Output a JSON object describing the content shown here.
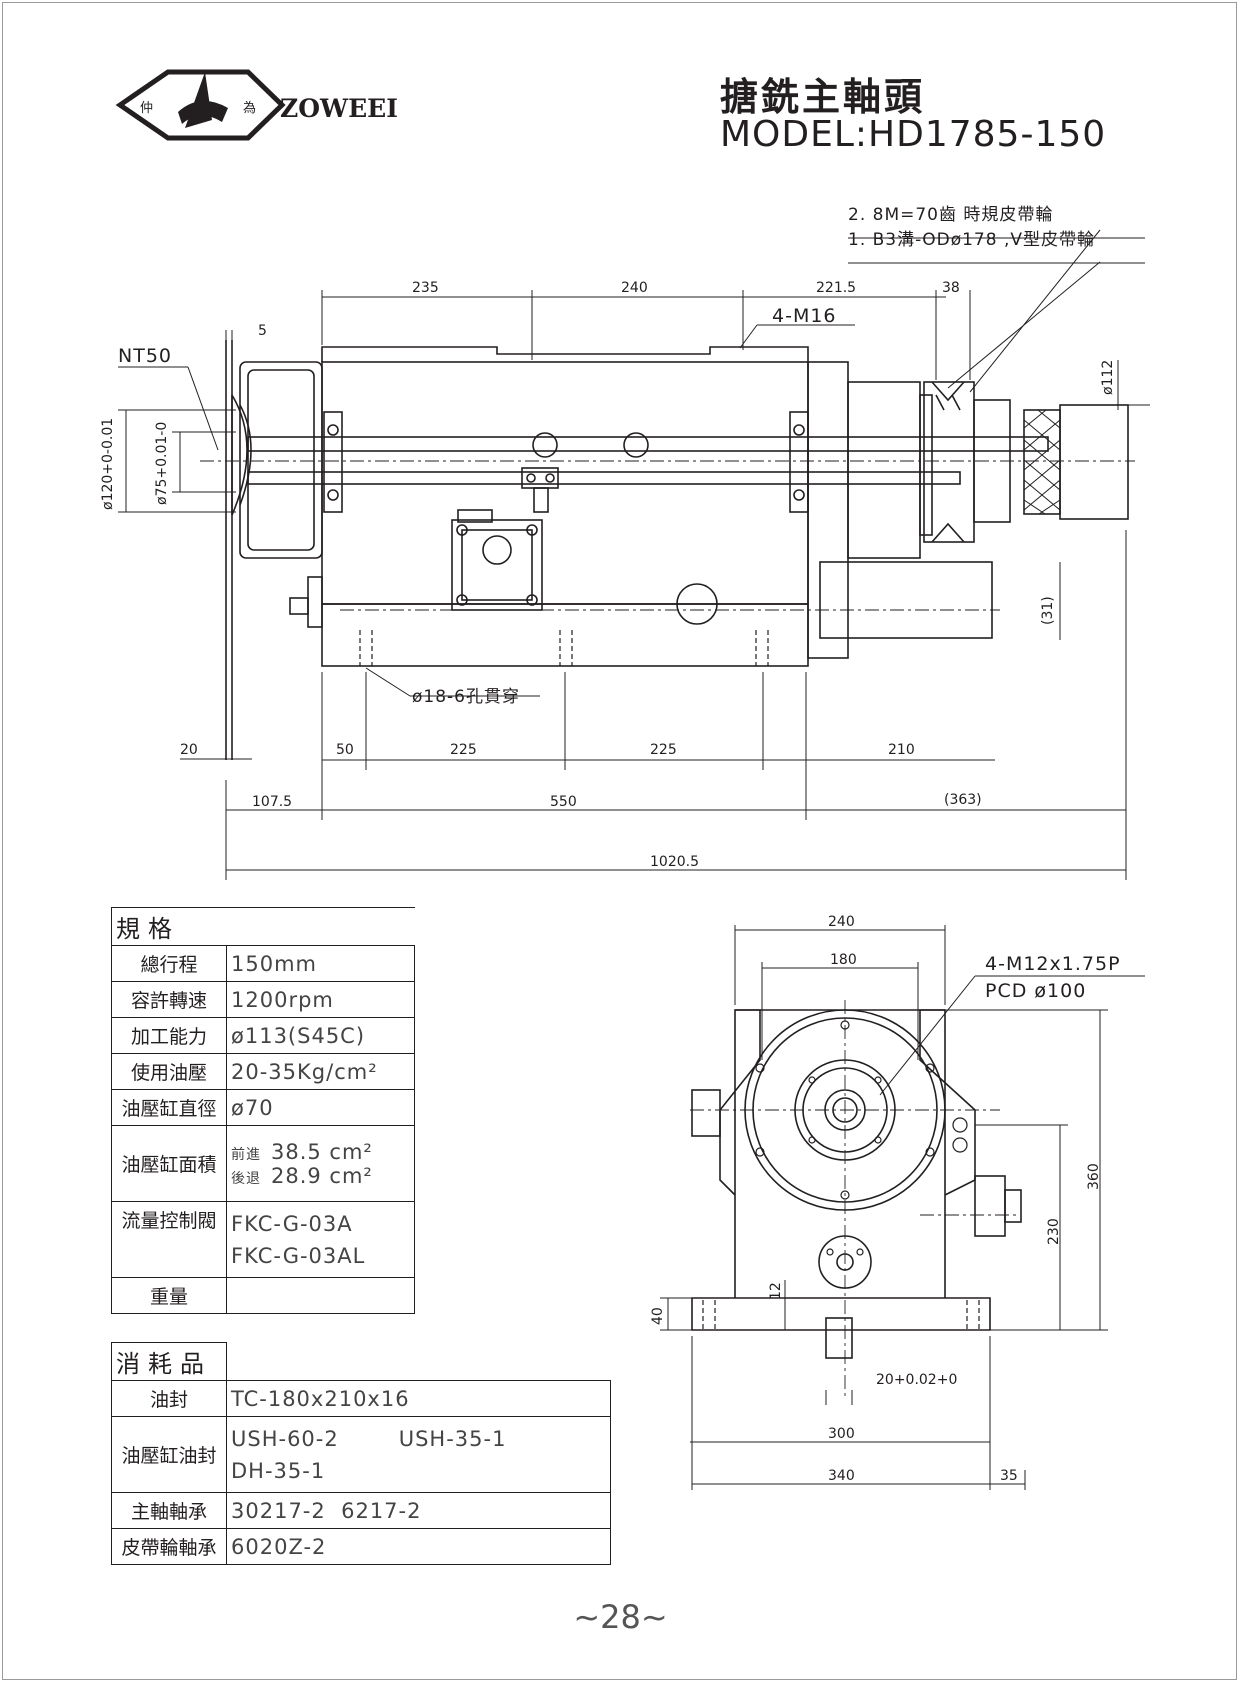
{
  "brand": {
    "name": "ZOWEEI",
    "char_left": "仲",
    "char_right": "為"
  },
  "header": {
    "title": "搪銑主軸頭",
    "model": "MODEL:HD1785-150"
  },
  "notes": {
    "belt2": "2. 8M=70齒 時規皮帶輪",
    "belt1": "1. B3溝-ODø178 ,V型皮帶輪",
    "tool": "NT50",
    "thread": "4-M16",
    "holes": "ø18-6孔貫穿",
    "bolt": "4-M12x1.75P",
    "pcd": "PCD ø100"
  },
  "side_view": {
    "dims_top": [
      "235",
      "240",
      "221.5",
      "38",
      "5"
    ],
    "dims_bottom": [
      "20",
      "50",
      "225",
      "225",
      "210"
    ],
    "dims_overall": [
      "107.5",
      "550",
      "(363)",
      "1020.5"
    ],
    "dims_vertical": [
      "ø112",
      "(31)",
      "ø120+0-0.01",
      "ø75+0.01-0"
    ]
  },
  "front_view": {
    "dims": [
      "240",
      "180",
      "360",
      "230",
      "12",
      "40",
      "20+0.02+0",
      "300",
      "340",
      "35"
    ]
  },
  "spec": {
    "heading": "規格",
    "rows": [
      {
        "k": "總行程",
        "v": "150mm"
      },
      {
        "k": "容許轉速",
        "v": "1200rpm"
      },
      {
        "k": "加工能力",
        "v": "ø113(S45C)"
      },
      {
        "k": "使用油壓",
        "v": "20-35Kg/cm²"
      },
      {
        "k": "油壓缸直徑",
        "v": "ø70"
      }
    ],
    "area": {
      "k": "油壓缸面積",
      "l1": "前進",
      "v1": "38.5 cm²",
      "l2": "後退",
      "v2": "28.9 cm²"
    },
    "flow": {
      "k": "流量控制閥",
      "v1": "FKC-G-03A",
      "v2": "FKC-G-03AL"
    },
    "weight": {
      "k": "重量",
      "v": ""
    }
  },
  "consumables": {
    "heading": "消耗品",
    "seal": {
      "k": "油封",
      "v": "TC-180x210x16"
    },
    "cyl": {
      "k": "油壓缸油封",
      "v1": "USH-60-2",
      "v1b": "USH-35-1",
      "v2": "DH-35-1"
    },
    "bearing": {
      "k": "主軸軸承",
      "v": "30217-2  6217-2"
    },
    "pulley": {
      "k": "皮帶輪軸承",
      "v": "6020Z-2"
    }
  },
  "page": "~28~"
}
